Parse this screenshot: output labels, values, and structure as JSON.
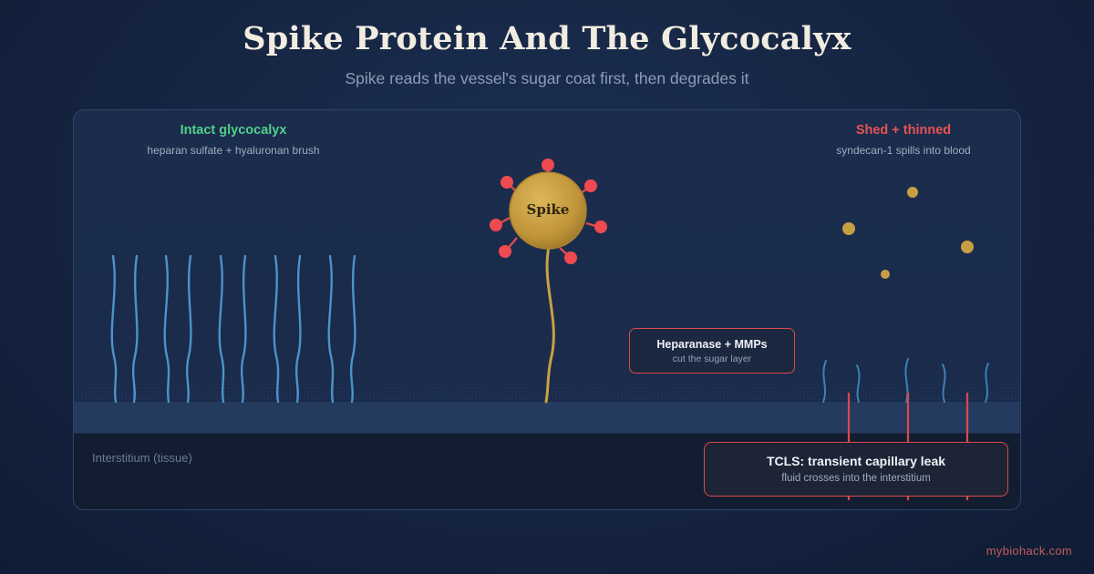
{
  "header": {
    "title": "Spike Protein And The Glycocalyx",
    "subtitle": "Spike reads the vessel's sugar coat first, then degrades it"
  },
  "left": {
    "title": "Intact glycocalyx",
    "subtitle": "heparan sulfate + hyaluronan brush"
  },
  "right": {
    "title": "Shed + thinned",
    "subtitle": "syndecan-1 spills into blood"
  },
  "spike": {
    "label": "Spike"
  },
  "enzyme_box": {
    "title": "Heparanase + MMPs",
    "subtitle": "cut the sugar layer"
  },
  "interstitium": {
    "label": "Interstitium (tissue)"
  },
  "tcls_box": {
    "title": "TCLS: transient capillary leak",
    "subtitle": "fluid crosses into the interstitium"
  },
  "footer": {
    "brand": "mybiohack.com"
  },
  "colors": {
    "background": "#162644",
    "intact_green": "#4fd089",
    "shed_red": "#ea5253",
    "strand_blue": "#4b93cc",
    "spike_gold": "#c9a140",
    "debris_gold": "#c79f43",
    "endothelium": "#243a5f",
    "interstitium": "#131d31"
  }
}
